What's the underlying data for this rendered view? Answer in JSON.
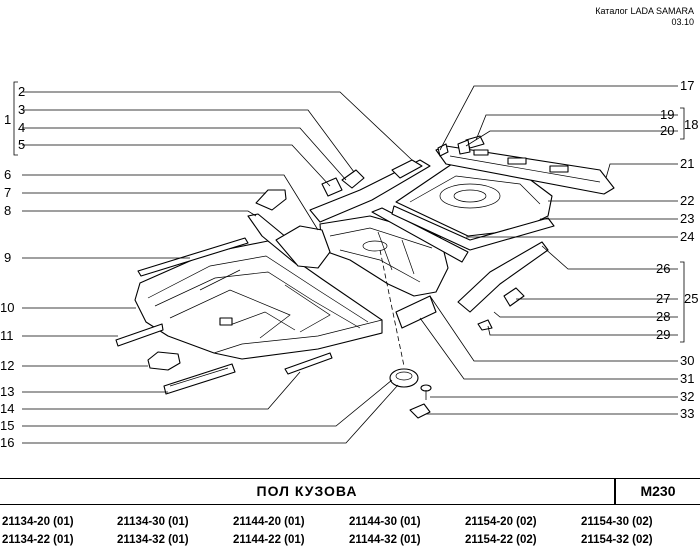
{
  "header": {
    "catalog": "Каталог  LADA SAMARA",
    "date": "03.10"
  },
  "callouts": [
    "1",
    "2",
    "3",
    "4",
    "5",
    "6",
    "7",
    "8",
    "9",
    "10",
    "11",
    "12",
    "13",
    "14",
    "15",
    "16",
    "17",
    "18",
    "19",
    "20",
    "21",
    "22",
    "23",
    "24",
    "25",
    "26",
    "27",
    "28",
    "29",
    "30",
    "31",
    "32",
    "33"
  ],
  "footer": {
    "title": "ПОЛ   КУЗОВА",
    "code": "M230",
    "models_row1": [
      "21134-20 (01)",
      "21134-30 (01)",
      "21144-20 (01)",
      "21144-30 (01)",
      "21154-20 (02)",
      "21154-30 (02)"
    ],
    "models_row2": [
      "21134-22 (01)",
      "21134-32 (01)",
      "21144-22 (01)",
      "21144-32 (01)",
      "21154-22 (02)",
      "21154-32 (02)"
    ]
  }
}
